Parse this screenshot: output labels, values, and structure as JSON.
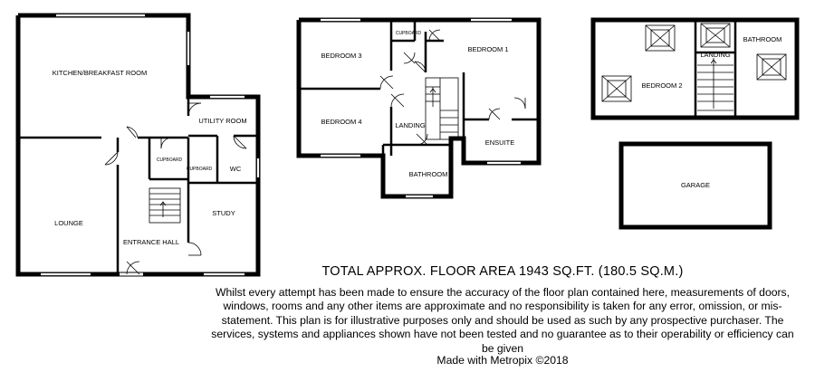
{
  "ground_floor": {
    "kitchen": "KITCHEN/BREAKFAST ROOM",
    "utility": "UTILITY ROOM",
    "cupboard_1": "CUPBOARD",
    "cupboard_2": "CUPBOARD",
    "wc": "WC",
    "lounge": "LOUNGE",
    "entrance_hall": "ENTRANCE HALL",
    "study": "STUDY"
  },
  "first_floor": {
    "bedroom_3": "BEDROOM 3",
    "cupboard": "CUPBOARD",
    "bedroom_1": "BEDROOM 1",
    "bedroom_4": "BEDROOM 4",
    "landing": "LANDING",
    "ensuite": "ENSUITE",
    "bathroom": "BATHROOM"
  },
  "second_floor": {
    "bedroom_2": "BEDROOM 2",
    "landing": "LANDING",
    "bathroom": "BATHROOM"
  },
  "garage": {
    "label": "GARAGE"
  },
  "total_area": "TOTAL APPROX. FLOOR AREA 1943 SQ.FT. (180.5 SQ.M.)",
  "disclaimer": "Whilst every attempt has been made to ensure the accuracy of the floor plan contained here, measurements of doors, windows, rooms and any other items are approximate and no responsibility is taken for any error, omission, or mis-statement. This plan is for illustrative purposes only and should be used as such by any prospective purchaser. The services, systems and appliances shown have not been tested and no guarantee as to their operability or efficiency can be given",
  "credit": "Made with Metropix ©2018"
}
